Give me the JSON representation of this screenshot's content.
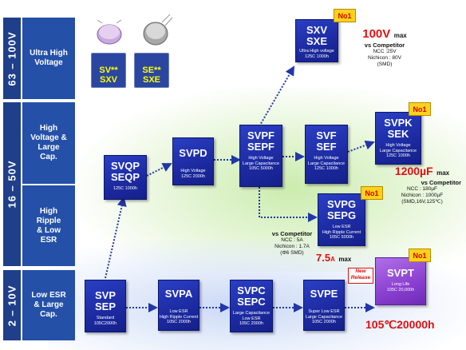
{
  "bands": [
    {
      "label": "63 – 100V"
    },
    {
      "label": "16 – 50V"
    },
    {
      "label": "2 – 10V"
    }
  ],
  "row_labels": [
    "Ultra High Voltage",
    "High Voltage & Large Cap.",
    "High Ripple & Low ESR",
    "Low ESR & Large Cap."
  ],
  "top_products": [
    {
      "lines": [
        "SV**",
        "SXV"
      ]
    },
    {
      "lines": [
        "SE**",
        "SXE"
      ]
    }
  ],
  "series": {
    "svp": {
      "name1": "SVP",
      "name2": "SEP",
      "sub": [
        "Standard",
        "105C2000h"
      ]
    },
    "svpa": {
      "name1": "SVPA",
      "name2": "",
      "sub": [
        "Low ESR",
        "High Ripple Current",
        "105C 2000h"
      ]
    },
    "svpc": {
      "name1": "SVPC",
      "name2": "SEPC",
      "sub": [
        "Large Capacitance",
        "Low ESR",
        "105C 2000h"
      ]
    },
    "svpe": {
      "name1": "SVPE",
      "name2": "",
      "sub": [
        "Super Low ESR",
        "Large Capacitance",
        "105C 2000h"
      ]
    },
    "svpt": {
      "name1": "SVPT",
      "name2": "",
      "sub": [
        "Long Life",
        "105C 20,000h"
      ]
    },
    "svqp": {
      "name1": "SVQP",
      "name2": "SEQP",
      "sub": [
        "125C 1000h"
      ]
    },
    "svpd": {
      "name1": "SVPD",
      "name2": "",
      "sub": [
        "High Voltage",
        "125C 2000h"
      ]
    },
    "svpf": {
      "name1": "SVPF",
      "name2": "SEPF",
      "sub": [
        "High Voltage",
        "Large Capacitance",
        "105C 5000h"
      ]
    },
    "svf": {
      "name1": "SVF",
      "name2": "SEF",
      "sub": [
        "High Voltage",
        "Large Capacitance",
        "125C 1000h"
      ]
    },
    "svpk": {
      "name1": "SVPK",
      "name2": "SEK",
      "sub": [
        "High Voltage",
        "Large Capacitance",
        "125C 1000h"
      ]
    },
    "svpg": {
      "name1": "SVPG",
      "name2": "SEPG",
      "sub": [
        "Low ESR",
        "High Ripple Current",
        "105C 5000h"
      ]
    },
    "sxv": {
      "name1": "SXV",
      "name2": "SXE",
      "sub": [
        "Ultra High voltage",
        "125C 1000h"
      ]
    }
  },
  "badges": {
    "no1": "No1",
    "new_release": [
      "New",
      "Release"
    ]
  },
  "callouts": {
    "v100": {
      "big": "100V",
      "small": "max",
      "line2": "vs Competitor",
      "notes": [
        "NCC :25V",
        "Nichicon : 80V",
        "(SMD)"
      ]
    },
    "uf1200": {
      "big": "1200µF",
      "small": "max",
      "line2": "vs Competitor",
      "notes": [
        "NCC : 180µF",
        "Nichicon : 1000µF",
        "(SMD,16V,125℃)"
      ]
    },
    "a75": {
      "big": "7.5",
      "unit": "A",
      "small": "max",
      "line2": "vs Competitor",
      "notes": [
        "NCC : 5A",
        "Nichicon : 1.7A",
        "(Φ6 SMD)"
      ]
    },
    "life": {
      "big": "105℃20000h"
    }
  },
  "colors": {
    "band": "#1f3f8a",
    "row": "#2450a8",
    "box": "#1c2aa0",
    "purple": "#8a3fd0",
    "accent_red": "#e01010",
    "badge_yellow": "#ffd21a"
  }
}
